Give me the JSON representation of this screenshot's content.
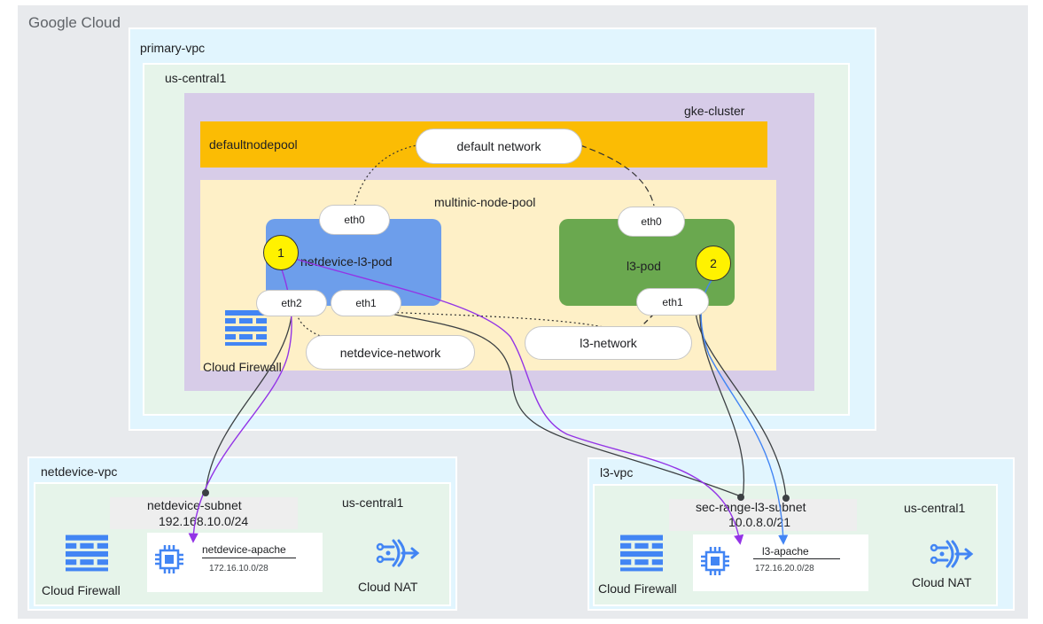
{
  "provider": "Google Cloud",
  "primary_vpc": {
    "name": "primary-vpc",
    "region": "us-central1",
    "cluster": {
      "name": "gke-cluster",
      "default_pool": {
        "name": "defaultnodepool",
        "network": "default network"
      },
      "multinic_pool": {
        "name": "multinic-node-pool",
        "netdevice_pod": {
          "name": "netdevice-l3-pod",
          "badge": "1",
          "eth0": "eth0",
          "eth1": "eth1",
          "eth2": "eth2"
        },
        "l3_pod": {
          "name": "l3-pod",
          "badge": "2",
          "eth0": "eth0",
          "eth1": "eth1"
        },
        "netdevice_network": "netdevice-network",
        "l3_network": "l3-network",
        "firewall": "Cloud Firewall"
      }
    }
  },
  "netdevice_vpc": {
    "name": "netdevice-vpc",
    "region": "us-central1",
    "subnet": {
      "name": "netdevice-subnet",
      "cidr": "192.168.10.0/24"
    },
    "vm": {
      "name": "netdevice-apache",
      "cidr": "172.16.10.0/28"
    },
    "firewall": "Cloud Firewall",
    "nat": "Cloud NAT"
  },
  "l3_vpc": {
    "name": "l3-vpc",
    "region": "us-central1",
    "subnet": {
      "name": "sec-range-l3-subnet",
      "cidr": "10.0.8.0/21"
    },
    "vm": {
      "name": "l3-apache",
      "cidr": "172.16.20.0/28"
    },
    "firewall": "Cloud Firewall",
    "nat": "Cloud NAT"
  },
  "colors": {
    "cloud_bg": "#e8eaed",
    "vpc_bg": "#e1f5fe",
    "vpc_border": "#ffffff",
    "region_bg": "#e6f4ea",
    "cluster_bg": "#d7cce8",
    "default_pool_bg": "#fbbc04",
    "multinic_pool_bg": "#fef0c7",
    "netdevice_pod_bg": "#6d9eeb",
    "l3_pod_bg": "#6aa84f",
    "badge": "#fff200",
    "path_purple": "#9334e6",
    "path_dark": "#3c4043",
    "path_blue": "#4285f4",
    "icon_blue": "#4285f4"
  }
}
